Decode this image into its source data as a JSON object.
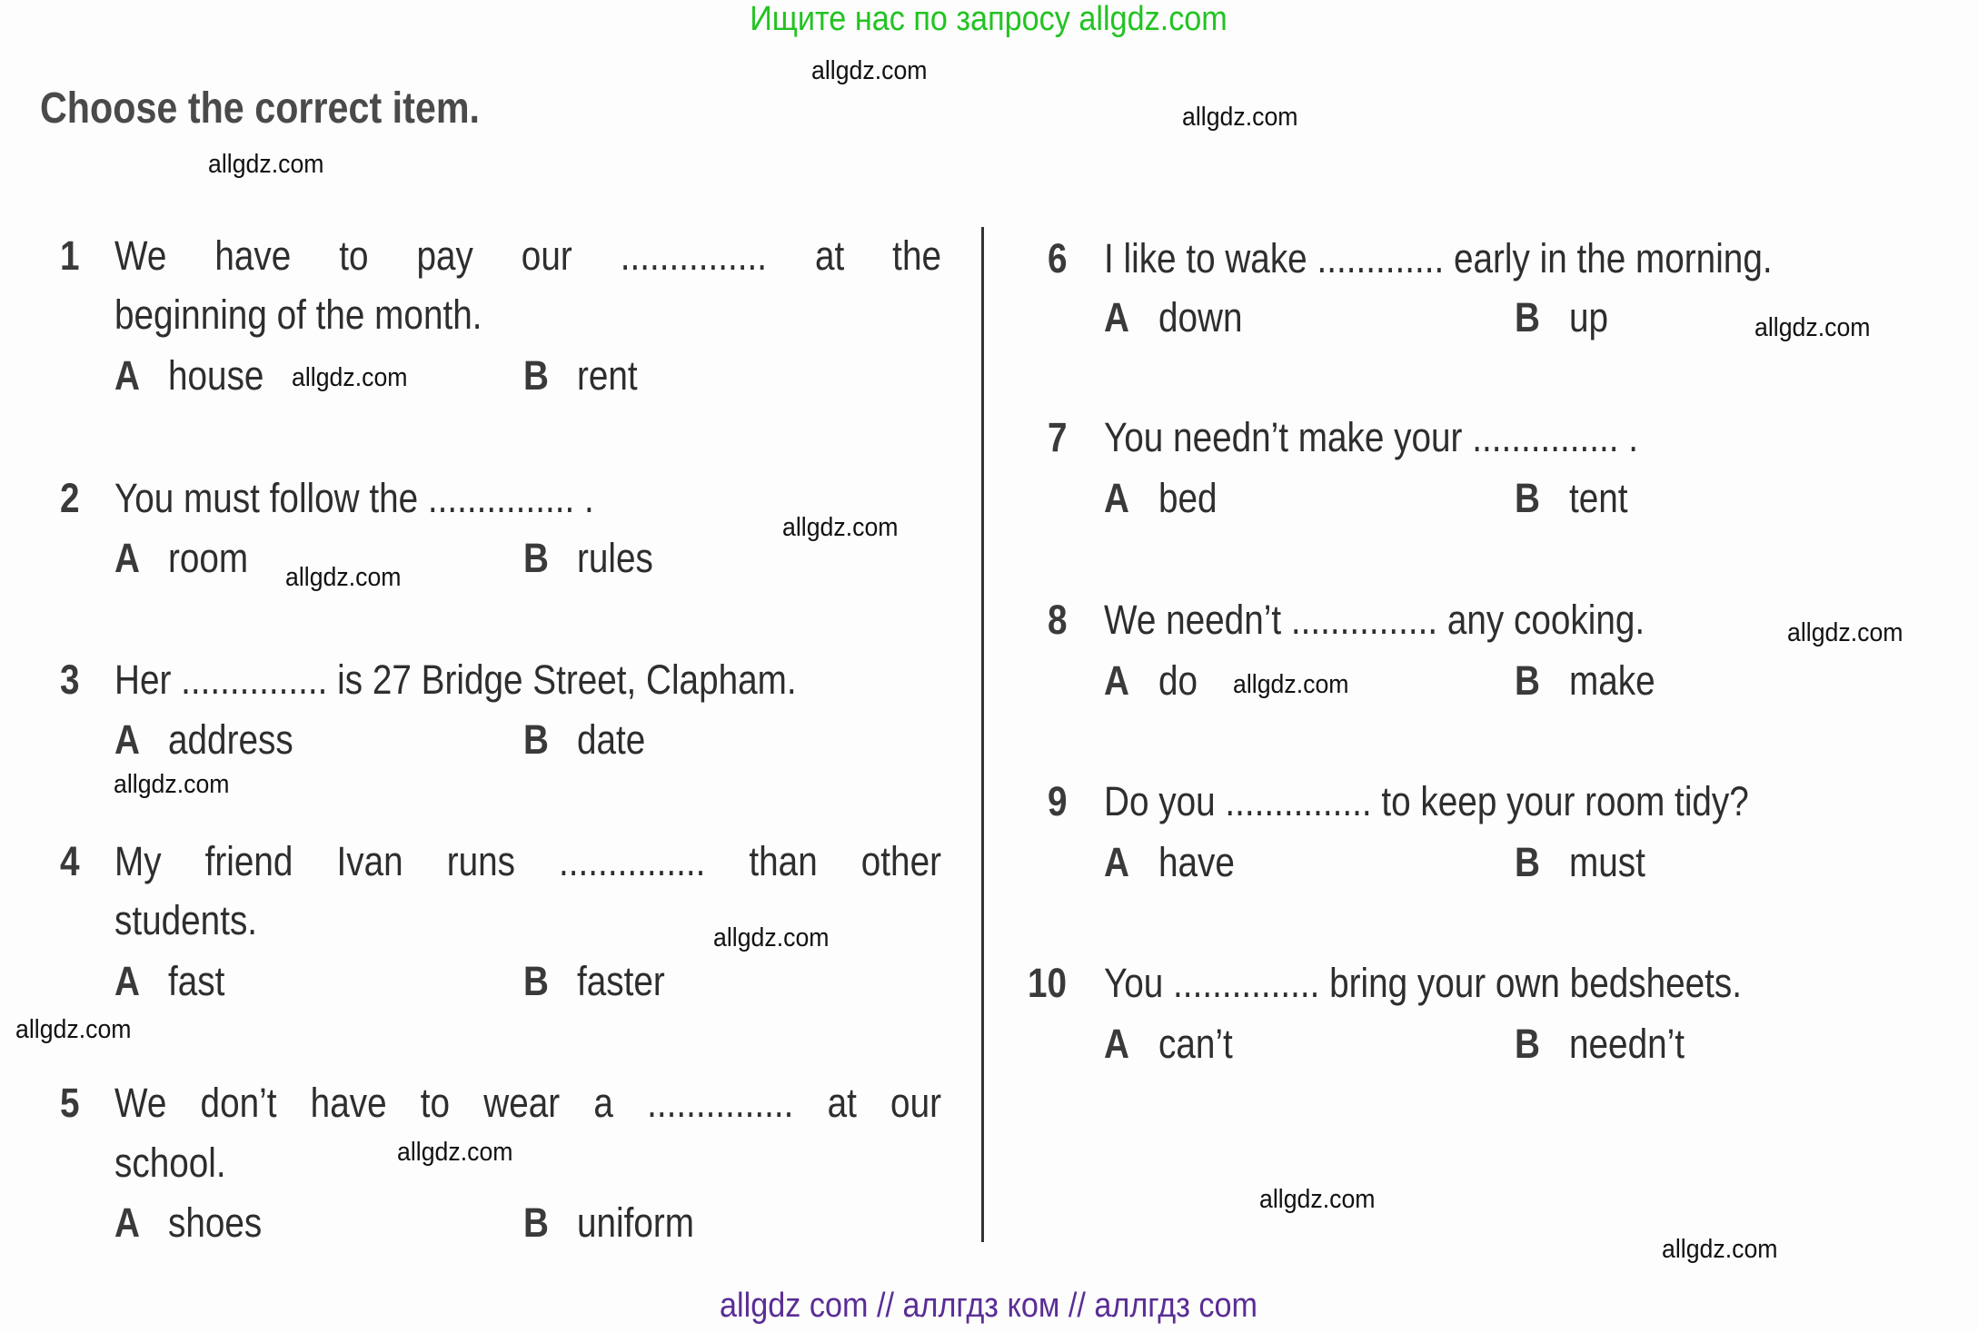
{
  "banner_top": "Ищите нас по запросу allgdz.com",
  "banner_bottom": "allgdz com  //  аллгдз ком  //  аллгдз com",
  "title": "Choose the correct item.",
  "watermark": "allgdz.com",
  "colors": {
    "banner_top": "#22c322",
    "banner_bottom": "#5a2d96",
    "text": "#2e2e2e"
  },
  "left_items": [
    {
      "number": "1",
      "lines": [
        "We have to pay our ............... at the",
        "beginning of the month."
      ],
      "a": "house",
      "b": "rent"
    },
    {
      "number": "2",
      "lines": [
        "You must follow the ............... ."
      ],
      "a": "room",
      "b": "rules"
    },
    {
      "number": "3",
      "lines": [
        "Her ............... is 27 Bridge Street, Clapham."
      ],
      "a": "address",
      "b": "date"
    },
    {
      "number": "4",
      "lines": [
        "My friend Ivan runs ............... than other",
        "students."
      ],
      "a": "fast",
      "b": "faster"
    },
    {
      "number": "5",
      "lines": [
        "We don’t have to wear a ............... at our",
        "school."
      ],
      "a": "shoes",
      "b": "uniform"
    }
  ],
  "right_items": [
    {
      "number": "6",
      "lines": [
        "I like to wake ............. early in the morning."
      ],
      "a": "down",
      "b": "up"
    },
    {
      "number": "7",
      "lines": [
        "You needn’t make your ............... ."
      ],
      "a": "bed",
      "b": "tent"
    },
    {
      "number": "8",
      "lines": [
        "We needn’t ............... any cooking."
      ],
      "a": "do",
      "b": "make"
    },
    {
      "number": "9",
      "lines": [
        "Do you ............... to keep your room tidy?"
      ],
      "a": "have",
      "b": "must"
    },
    {
      "number": "10",
      "lines": [
        "You ............... bring your own bedsheets."
      ],
      "a": "can’t",
      "b": "needn’t"
    }
  ],
  "option_labels": {
    "a": "A",
    "b": "B"
  }
}
